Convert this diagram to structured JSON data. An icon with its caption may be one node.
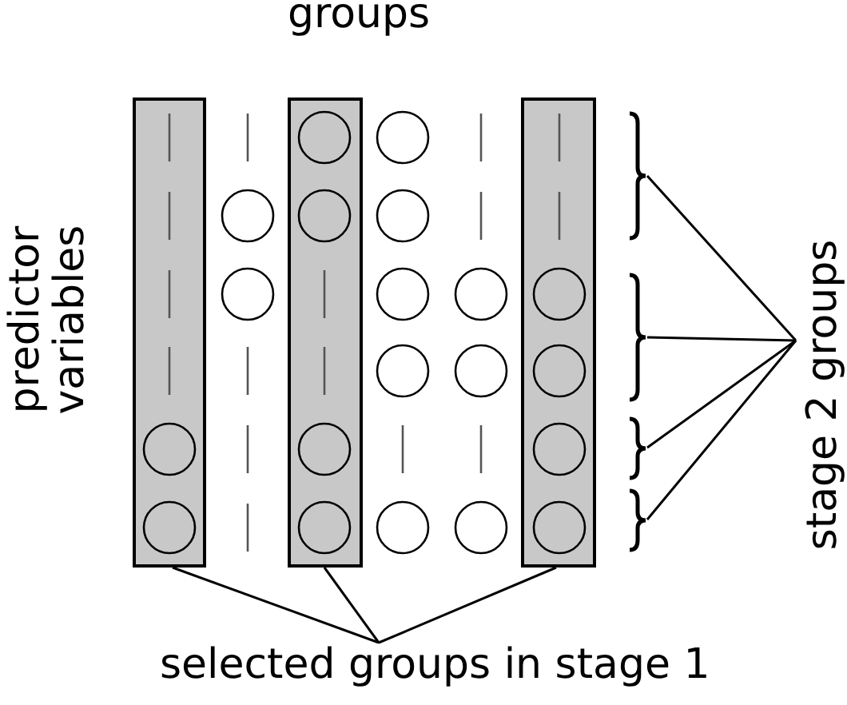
{
  "diagram": {
    "title": "groups",
    "nodes": [
      {
        "text": [],
        "shape": "bar"
      },
      {
        "text": [],
        "shape": "bar"
      },
      {
        "text": [],
        "shape": "bar"
      },
      {
        "text": [],
        "shape": "brace"
      },
      {
        "text": [],
        "shape": "brace"
      },
      {
        "text": [],
        "shape": "brace"
      },
      {
        "text": [],
        "shape": "brace"
      },
      {
        "text": [
          "stage 2 groups"
        ]
      },
      {
        "text": [
          "selected groups in stage 1"
        ]
      }
    ],
    "edges": [
      {
        "from": 7,
        "to": 3,
        "arrow": "none"
      },
      {
        "from": 7,
        "to": 4,
        "arrow": "none"
      },
      {
        "from": 7,
        "to": 5,
        "arrow": "none"
      },
      {
        "from": 7,
        "to": 6,
        "arrow": "none"
      },
      {
        "from": 8,
        "to": 0,
        "arrow": "none"
      },
      {
        "from": 8,
        "to": 1,
        "arrow": "none"
      },
      {
        "from": 8,
        "to": 2,
        "arrow": "none"
      }
    ],
    "labels": [
      "predictor variables"
    ]
  }
}
